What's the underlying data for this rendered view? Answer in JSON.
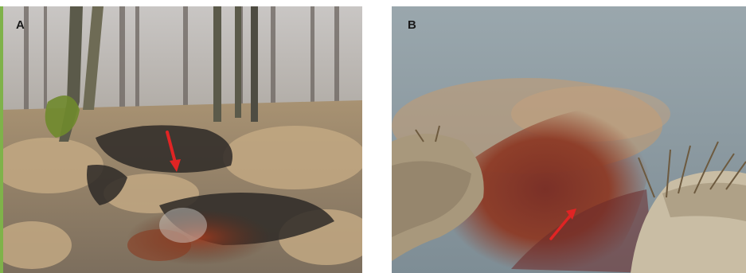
{
  "figure": {
    "panels": [
      {
        "label": "A",
        "description_icon": "photo-forest-wetland-seep",
        "arrow_color": "#e02424"
      },
      {
        "label": "B",
        "description_icon": "photo-lake-shore-seep",
        "arrow_color": "#e02424"
      }
    ],
    "colors": {
      "accent_edge": "#7fb24a",
      "arrow": "#e02424"
    }
  }
}
